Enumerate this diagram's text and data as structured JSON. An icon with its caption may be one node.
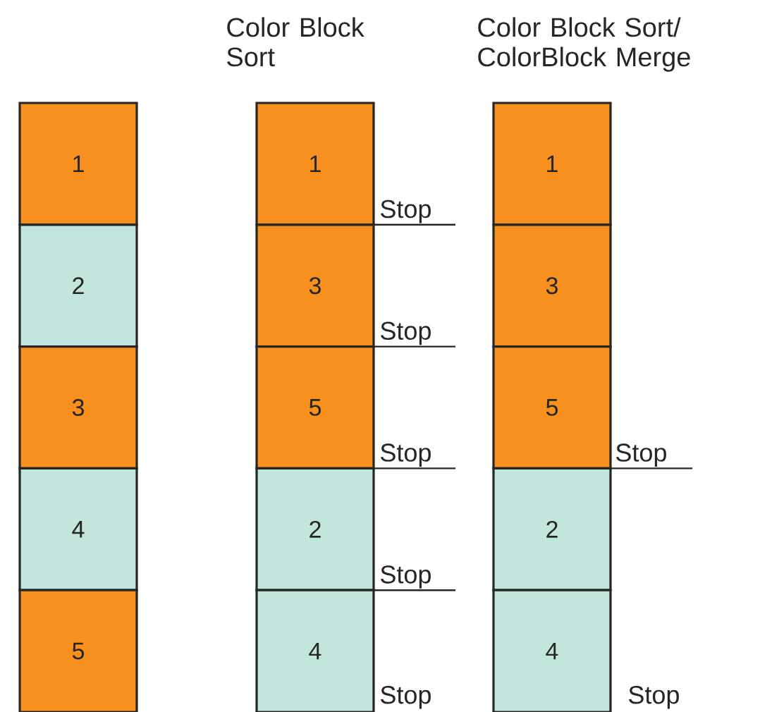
{
  "diagram": {
    "nodes": [
      {
        "text": [
          "1"
        ]
      },
      {
        "text": [
          "2"
        ]
      },
      {
        "text": [
          "3"
        ]
      },
      {
        "text": [
          "4"
        ]
      },
      {
        "text": [
          "5"
        ]
      },
      {
        "text": [
          "1"
        ],
        "beside": [
          "Stop"
        ]
      },
      {
        "text": [
          "3"
        ],
        "beside": [
          "Stop"
        ]
      },
      {
        "text": [
          "5"
        ],
        "beside": [
          "Stop"
        ]
      },
      {
        "text": [
          "2"
        ],
        "beside": [
          "Stop"
        ]
      },
      {
        "text": [
          "4"
        ],
        "beside": [
          "Stop"
        ]
      },
      {
        "text": [
          "1"
        ]
      },
      {
        "text": [
          "3"
        ]
      },
      {
        "text": [
          "5"
        ],
        "beside": [
          "Stop"
        ]
      },
      {
        "text": [
          "2"
        ]
      },
      {
        "text": [
          "4"
        ],
        "beside": [
          "Stop"
        ]
      }
    ],
    "labels": [
      "Color Block Sort",
      "Color Block Sort/ ColorBlock Merge"
    ]
  }
}
